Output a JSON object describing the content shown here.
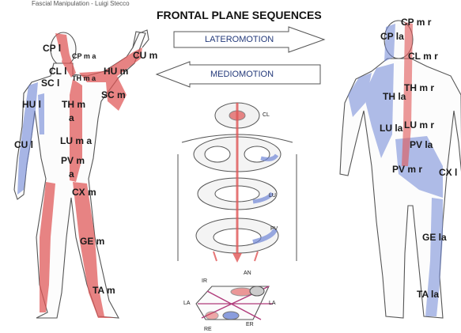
{
  "caption": "Fascial Manipulation - Luigi Stecco",
  "title": "FRONTAL PLANE SEQUENCES",
  "arrows": {
    "lateromotion": "LATEROMOTION",
    "mediomotion": "MEDIOMOTION"
  },
  "front_labels": {
    "cp_l": "CP l",
    "cp_ma": "CP m a",
    "cl_l": "CL l",
    "sc_l": "SC l",
    "th_ma_upper": "TH m a",
    "hu_l": "HU l",
    "th_m": "TH m",
    "th_a": "a",
    "cu_l": "CU l",
    "lu_ma": "LU m a",
    "pv_m": "PV m",
    "pv_a": "a",
    "cx_m": "CX m",
    "ge_m": "GE m",
    "ta_m": "TA m",
    "cu_m": "CU m",
    "hu_m": "HU m",
    "sc_m": "SC m"
  },
  "back_labels": {
    "cp_mr": "CP m r",
    "cp_la": "CP la",
    "cl_mr": "CL m r",
    "th_mr": "TH m r",
    "th_la": "TH la",
    "lu_mr": "LU m r",
    "lu_la": "LU la",
    "pv_la": "PV la",
    "pv_mr": "PV m r",
    "cx_l": "CX l",
    "ge_la": "GE la",
    "ta_la": "TA la"
  },
  "center_labels": {
    "cl": "CL",
    "lu": "LU",
    "pv": "PV",
    "ir": "IR",
    "an": "AN",
    "la_left": "LA",
    "la_right": "LA",
    "er": "ER",
    "re": "RE"
  },
  "colors": {
    "red_band": "#e05555",
    "blue_band": "#6f86d6",
    "outline": "#444444",
    "arrow_text": "#23397a"
  }
}
